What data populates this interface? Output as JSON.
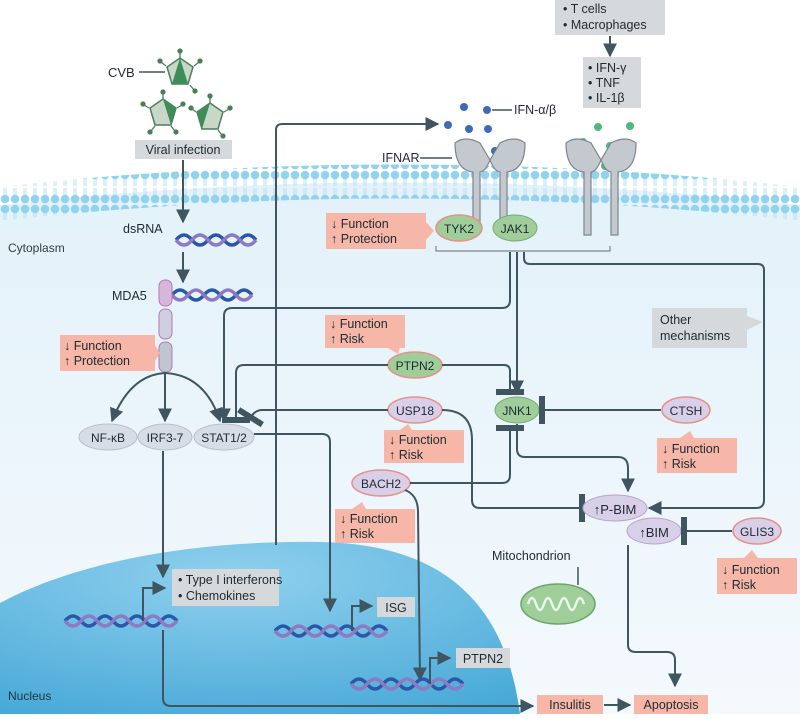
{
  "regions": {
    "cytoplasm": "Cytoplasm",
    "nucleus": "Nucleus",
    "mitochondrion": "Mitochondrion"
  },
  "virus": {
    "label": "CVB",
    "infection": "Viral infection",
    "dsrna": "dsRNA",
    "mda5": "MDA5"
  },
  "immune": {
    "source": [
      "T cells",
      "Macrophages"
    ],
    "cytokines": [
      "IFN-γ",
      "TNF",
      "IL-1β"
    ]
  },
  "receptor": {
    "ligand": "IFN-α/β",
    "ifnar": "IFNAR",
    "tyk2": "TYK2",
    "jak1": "JAK1"
  },
  "factors": {
    "nfkb": "NF-κB",
    "irf": "IRF3-7",
    "stat": "STAT1/2",
    "ptpn2": "PTPN2",
    "usp18": "USP18",
    "jnk1": "JNK1",
    "ctsh": "CTSH",
    "bach2": "BACH2",
    "pbim": "↑P-BIM",
    "bim": "↑BIM",
    "glis3": "GLIS3"
  },
  "effects": {
    "tyk2": [
      "↓ Function",
      "↑ Protection"
    ],
    "mda5": [
      "↓ Function",
      "↑ Protection"
    ],
    "ptpn2": [
      "↓ Function",
      "↑ Risk"
    ],
    "usp18": [
      "↓ Function",
      "↑ Risk"
    ],
    "ctsh": [
      "↓ Function",
      "↑ Risk"
    ],
    "bach2": [
      "↓ Function",
      "↑ Risk"
    ],
    "glis3": [
      "↓ Function",
      "↑ Risk"
    ]
  },
  "other": [
    "Other",
    "mechanisms"
  ],
  "nuclear": {
    "products": [
      "Type I interferons",
      "Chemokines"
    ],
    "isg": "ISG",
    "ptpn2_gene": "PTPN2"
  },
  "outcomes": {
    "insulitis": "Insulitis",
    "apoptosis": "Apoptosis"
  },
  "colors": {
    "membrane": "#8fd0ec",
    "cytoplasm": "#e6f3fb",
    "nucleus": "#5bb8e0",
    "effect_box": "#f6b7a8",
    "green_node": "#9fce9b",
    "lavender_node": "#d9cfe8",
    "grey_node": "#d7dde6",
    "arrow": "#3f5560"
  }
}
